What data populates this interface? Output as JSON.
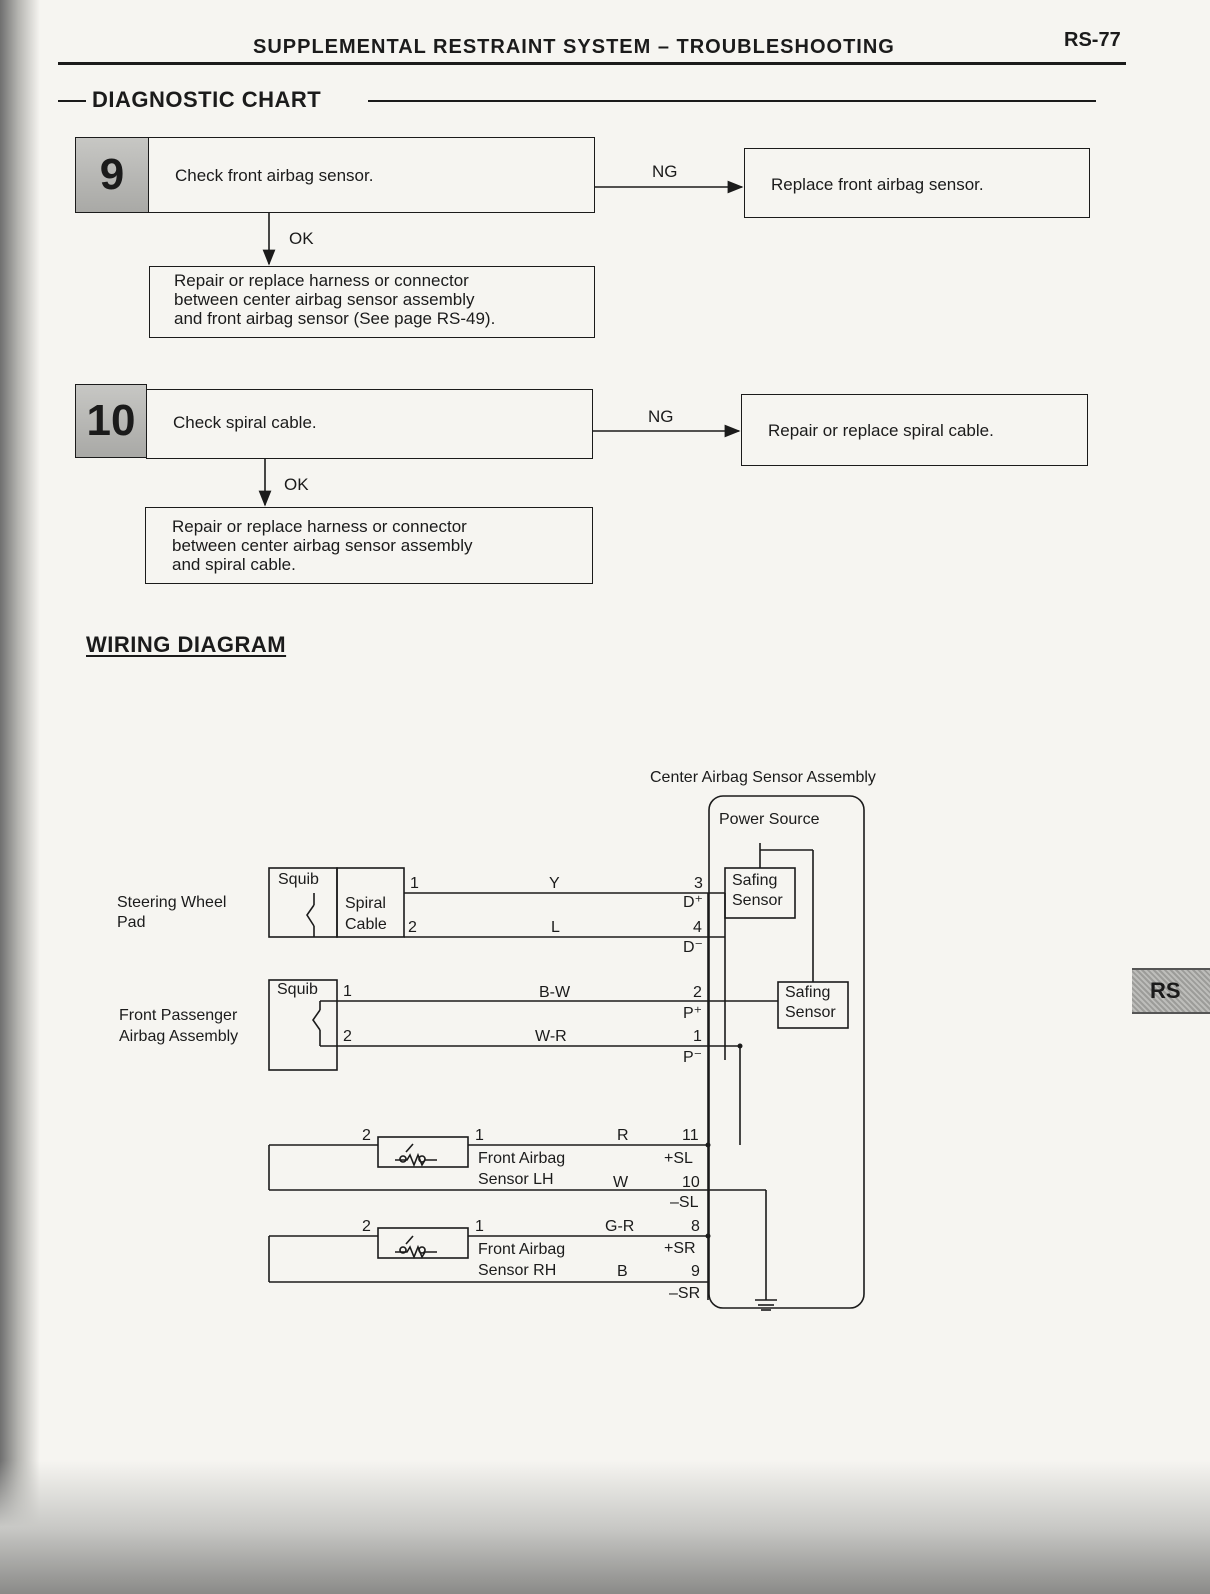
{
  "header": {
    "title": "SUPPLEMENTAL RESTRAINT SYSTEM – TROUBLESHOOTING",
    "page": "RS-77"
  },
  "diagnostic_chart": {
    "title": "DIAGNOSTIC CHART",
    "steps": [
      {
        "number": "9",
        "check": "Check front airbag sensor.",
        "ng_label": "NG",
        "ng_action": "Replace front airbag sensor.",
        "ok_label": "OK",
        "ok_lines": [
          "Repair or replace harness or connector",
          "between center airbag sensor assembly",
          "and front airbag sensor (See page RS-49)."
        ]
      },
      {
        "number": "10",
        "check": "Check spiral cable.",
        "ng_label": "NG",
        "ng_action": "Repair or replace spiral cable.",
        "ok_label": "OK",
        "ok_lines": [
          "Repair or replace harness or connector",
          "between center airbag sensor assembly",
          "and spiral cable."
        ]
      }
    ]
  },
  "wiring_diagram": {
    "title": "WIRING DIAGRAM",
    "center_assembly": "Center Airbag Sensor Assembly",
    "power_source": "Power Source",
    "safing_sensor": [
      "Safing",
      "Sensor"
    ],
    "steering_wheel_pad": [
      "Steering Wheel",
      "Pad"
    ],
    "front_passenger": [
      "Front Passenger",
      "Airbag Assembly"
    ],
    "squib": "Squib",
    "spiral_cable": [
      "Spiral",
      "Cable"
    ],
    "front_sensor_lh": [
      "Front Airbag",
      "Sensor LH"
    ],
    "front_sensor_rh": [
      "Front Airbag",
      "Sensor RH"
    ],
    "pins": {
      "p1": "1",
      "p2": "2",
      "p3": "3",
      "p4": "4",
      "p8": "8",
      "p9": "9",
      "p10": "10",
      "p11": "11"
    },
    "terminals": {
      "d_plus": "D⁺",
      "d_minus": "D⁻",
      "p_plus": "P⁺",
      "p_minus": "P⁻",
      "plus_sl": "+SL",
      "minus_sl": "–SL",
      "plus_sr": "+SR",
      "minus_sr": "–SR"
    },
    "wire_colors": {
      "y": "Y",
      "l": "L",
      "bw": "B-W",
      "wr": "W-R",
      "r": "R",
      "w": "W",
      "gr": "G-R",
      "b": "B"
    }
  },
  "side_tab": "RS"
}
